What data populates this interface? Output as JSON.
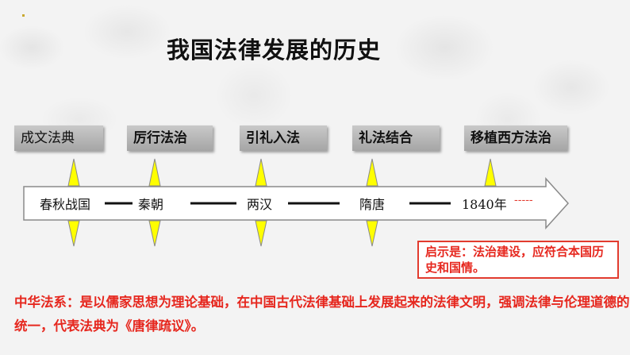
{
  "title": "我国法律发展的历史",
  "eras": [
    {
      "label": "成文法典",
      "bold": false
    },
    {
      "label": "厉行法治",
      "bold": true
    },
    {
      "label": "引礼入法",
      "bold": true
    },
    {
      "label": "礼法结合",
      "bold": true
    },
    {
      "label": "移植西方法治",
      "bold": true
    }
  ],
  "periods": [
    "春秋战国",
    "秦朝",
    "两汉",
    "隋唐",
    "1840年"
  ],
  "tail_dash": "-----",
  "insight": "启示是：法治建设，应符合本国历史和国情。",
  "summary": "中华法系：是以儒家思想为理论基础，在中国古代法律基础上发展起来的法律文明，强调法律与伦理道德的统一，代表法典为《唐律疏议》。",
  "colors": {
    "accent_red": "#e6271e",
    "arrow_marker": "#ffff00",
    "label_gray": "#b5b5b5"
  }
}
